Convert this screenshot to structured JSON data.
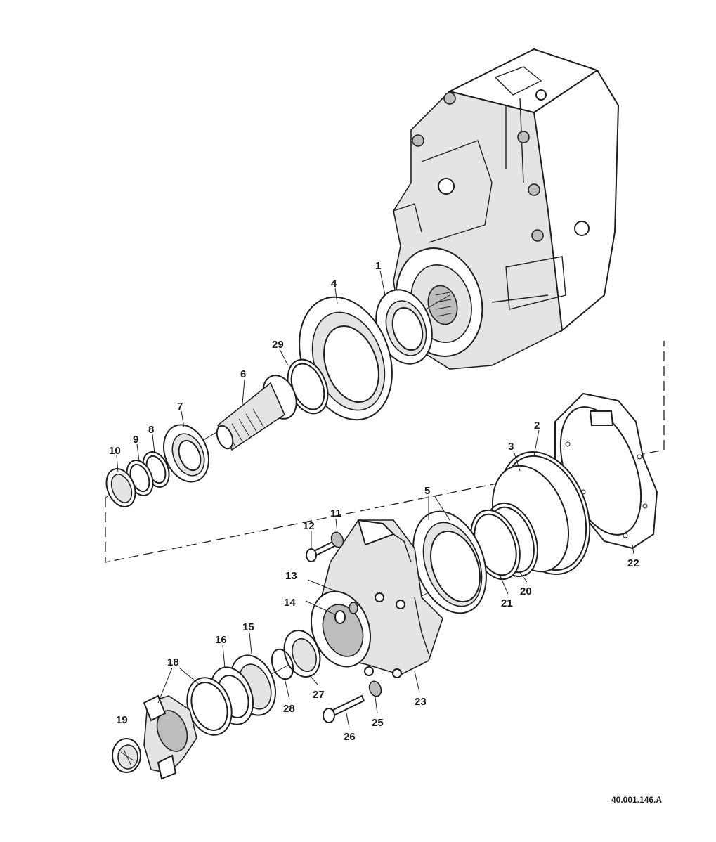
{
  "figure": {
    "reference": "40.001.146.A"
  },
  "callouts": [
    "1",
    "2",
    "3",
    "4",
    "5",
    "6",
    "7",
    "8",
    "9",
    "10",
    "11",
    "12",
    "13",
    "14",
    "15",
    "16",
    "18",
    "19",
    "20",
    "21",
    "22",
    "23",
    "25",
    "26",
    "27",
    "28",
    "29"
  ],
  "colors": {
    "ink": "#1e1e1e",
    "fill_light": "#e4e4e4",
    "fill_mid": "#bdbdbd",
    "background": "#ffffff"
  }
}
